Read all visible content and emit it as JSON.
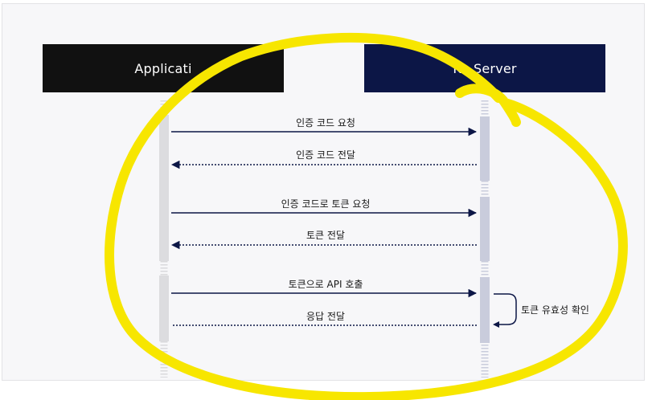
{
  "actors": {
    "application": "Applicati",
    "server": "Ka    Server"
  },
  "messages": [
    {
      "label": "인증 코드 요청",
      "direction": "request"
    },
    {
      "label": "인증 코드 전달",
      "direction": "response"
    },
    {
      "label": "인증 코드로 토큰 요청",
      "direction": "request"
    },
    {
      "label": "토큰 전달",
      "direction": "response"
    },
    {
      "label": "토큰으로 API 호출",
      "direction": "request"
    },
    {
      "label": "응답 전달",
      "direction": "response"
    }
  ],
  "self_note": "토큰 유효성 확인",
  "colors": {
    "application": "#111111",
    "server": "#0c1646",
    "arrow": "#0c1646",
    "highlight_ring": "#f7e600",
    "app_lifeline": "#d9d9dc",
    "server_lifeline": "#c9ccdc"
  }
}
